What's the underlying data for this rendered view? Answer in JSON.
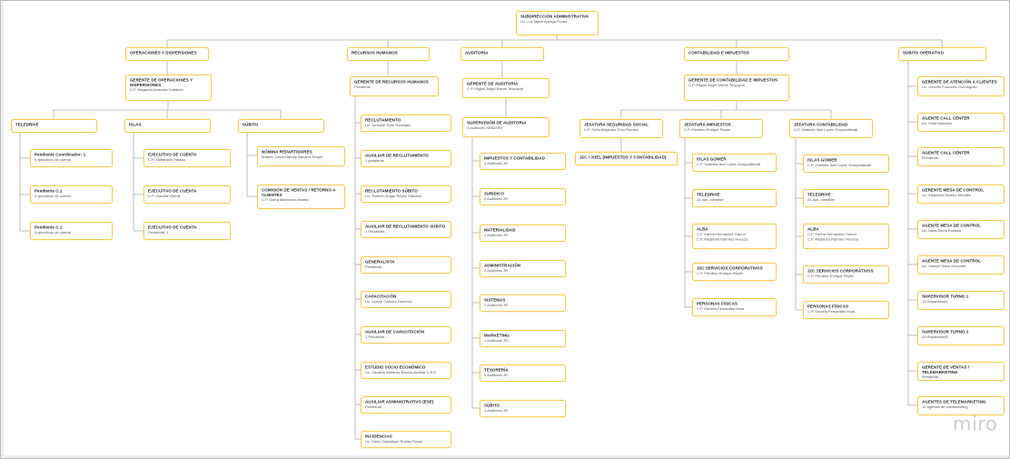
{
  "watermark": "miro",
  "colors": {
    "node_border": "#F2CB4E",
    "line": "#ABABAB",
    "title": "#1C1C1C",
    "subtitle": "#4F4F4F",
    "watermark": "#CDCDCD"
  },
  "root": {
    "title": "SUBDIRECCIÓN ADMINISTRATIVA",
    "subtitle": "Lic. Luz María Arriaga Flores"
  },
  "branches": [
    {
      "label": "OPERACIONES Y DISPERSIONES",
      "gerente": {
        "title": "GERENTE DE OPERACIONES Y DISPERSIONES",
        "subtitle": "C.P. Alejandra Amezola Calderón"
      },
      "groups": [
        {
          "label": "TELEDRIVE",
          "children": [
            {
              "title": "Pendiente Coordinador: 1",
              "subtitle": "4 ejecutivos de cuenta"
            },
            {
              "title": "Pendiente C.1",
              "subtitle": "4 ejecutivos de cuenta"
            },
            {
              "title": "Pendiente C.1",
              "subtitle": "5 ejecutivos de cuenta"
            }
          ]
        },
        {
          "label": "ISLAS",
          "children": [
            {
              "title": "EJECUTIVO DE CUENTA",
              "subtitle": "C.P. Maharashi Palacio"
            },
            {
              "title": "EJECUTIVO DE CUENTA",
              "subtitle": "C.P. Claudia Huerta"
            },
            {
              "title": "EJECUTIVO DE CUENTA",
              "subtitle": "Pendiente: 1"
            }
          ]
        },
        {
          "label": "SÚBITO",
          "children": [
            {
              "title": "NÓMINA REPARTIDORES",
              "subtitle": "Master: Cesar Barody Navarro Roque"
            },
            {
              "title": "COMISIÓN DE VENTAS / RETORNO A CLIENTES",
              "subtitle": "C.P. Diana Machuca Lezama"
            }
          ]
        }
      ]
    },
    {
      "label": "RECURSOS HUMANOS",
      "gerente": {
        "title": "GERENTE DE RECURSOS HUMANOS",
        "subtitle": "Pendiente"
      },
      "children": [
        {
          "title": "RECLUTAMIENTO",
          "subtitle": "Lic. Jennyfer Soto González"
        },
        {
          "title": "AUXILIAR DE RECLUTAMIENTO",
          "subtitle": "1 pendiente"
        },
        {
          "title": "RECLUTAMIENTO SÚBITO",
          "subtitle": "Lic. Roberto Edgar Reyes Sanchez"
        },
        {
          "title": "AUXILIAR DE RECLUTAMIENTO SÚBITO",
          "subtitle": "1 Pendiente..."
        },
        {
          "title": "GENERALISTA",
          "subtitle": "Pendiente..."
        },
        {
          "title": "CAPACITACIÓN",
          "subtitle": "Lic. Ivonne Cabrera Sanchez"
        },
        {
          "title": "AUXILIAR DE CAPACITACIÓN",
          "subtitle": "1 Pendiente..."
        },
        {
          "title": "ESTUDIO SOCIO ECONÓMICO",
          "subtitle": "Lic. Osvaldo Martínez Barrios Auxiliar C.S.E"
        },
        {
          "title": "AUXILIAR ADMINISTRATIVO (ESE)",
          "subtitle": "Pendiente"
        },
        {
          "title": "INCIDENCIAS",
          "subtitle": "Lic. Karla Guadalupe Robles Flores"
        }
      ]
    },
    {
      "label": "AUDITORÍA",
      "gerente": {
        "title": "GERENTE DE AUDITORÍA",
        "subtitle": "C.P. Miguel Ángel Moran Tecpoyotl"
      },
      "supervision": {
        "title": "SUPERVISIÓN DE AUDITORIA",
        "subtitle": "2 Auditores SENIORS"
      },
      "children": [
        {
          "title": "IMPUESTOS Y CONTABILIDAD",
          "subtitle": "2 Auditores JR."
        },
        {
          "title": "JURÍDICO",
          "subtitle": "2 Auditores JR."
        },
        {
          "title": "MATERIALIDAD",
          "subtitle": "2 Auditores JR."
        },
        {
          "title": "ADMINISTRACIÓN",
          "subtitle": "2 Auditores JR."
        },
        {
          "title": "SISTEMAS",
          "subtitle": "2 Auditores JR."
        },
        {
          "title": "MARKETING",
          "subtitle": "1 Auditores JR."
        },
        {
          "title": "TESORERÍA",
          "subtitle": "2 Auditores JR."
        },
        {
          "title": "SÚBITO",
          "subtitle": "4 Auditores JR."
        }
      ]
    },
    {
      "label": "CONTABILIDAD E IMPUESTOS",
      "gerente": {
        "title": "GERENTE DE CONTABILIDAD E IMPUESTOS",
        "subtitle": "C.P. Miguel Ángel Moran Tecpoyotl"
      },
      "jefaturas": [
        {
          "title": "JEFATURA SEGURIDAD SOCIAL",
          "subtitle": "C.P. Sofía Alejandra Cruz Romero",
          "children": [
            {
              "title": "J2C / JOEL (IMPUESTOS Y CONTABILIDAD)"
            }
          ]
        },
        {
          "title": "JEFATURA IMPUESTOS",
          "subtitle": "C.P. Primitivo Enrique Reyes",
          "children": [
            {
              "title": "ISLAS GOWER",
              "subtitle": "C.P. Gabriela Itzel Lopez Zempoaltecatl"
            },
            {
              "title": "TELEDRIVE",
              "subtitle": "24 Aux. contable"
            },
            {
              "title": "ALBA",
              "subtitle": "C.P. Karina Hernández García",
              "subtitle2": "C.P. Alejandra Ramírez Huesca"
            },
            {
              "title": "J2C SERVICIOS CORPORATIVOS",
              "subtitle": "C.P. Primitivo Enrique Reyes"
            },
            {
              "title": "PERSONAS FÍSICAS",
              "subtitle": "C.P. Daniela Fernandez Mora"
            }
          ]
        },
        {
          "title": "JEFATURA CONTABILIDAD",
          "subtitle": "C.P. Gabriela Itzel Lopez Zempoaltecatl",
          "children": [
            {
              "title": "ISLAS GOWER",
              "subtitle": "C.P. Gabriela Itzel Lopez Zempoaltecatl"
            },
            {
              "title": "TELEDRIVE",
              "subtitle": "24 Aux. contable"
            },
            {
              "title": "ALBA",
              "subtitle": "C.P. Karina Hernández García",
              "subtitle2": "C.P. Alejandra Ramírez Huesca"
            },
            {
              "title": "J2C SERVICIOS CORPORATIVOS",
              "subtitle": "C.P. Primitivo Enrique Reyes"
            },
            {
              "title": "PERSONAS FÍSICAS",
              "subtitle": "C.P. Daniela Fernandez Mora"
            }
          ]
        }
      ]
    },
    {
      "label": "SÚBITO OPERATIVO",
      "children": [
        {
          "title": "GERENTE DE ATENCIÓN A CLIENTES",
          "subtitle": "Lic. Gerzzel Fumarino Domínguez"
        },
        {
          "title": "AGENTE CALL CENTER",
          "subtitle": "Lic. Frida Martínez"
        },
        {
          "title": "AGENTE CALL CENTER",
          "subtitle": "Pendiente..."
        },
        {
          "title": "GERENTE MESA DE CONTROL",
          "subtitle": "Lic. Alejandra Álvarez Morales"
        },
        {
          "title": "AGENTE MESA DE CONTROL",
          "subtitle": "Lic. Mara Elena Estrada"
        },
        {
          "title": "AGENTE MESA DE CONTROL",
          "subtitle": "Lic. Manuel Nava González"
        },
        {
          "title": "SUPERVISOR TURNO 1",
          "subtitle": "13 Repartidores"
        },
        {
          "title": "SUPERVISOR TURNO 2",
          "subtitle": "23 Repartidores"
        },
        {
          "title": "GERENTE DE VENTAS / TELEMARKETING",
          "subtitle": "Pendiente..."
        },
        {
          "title": "AGENTES DE TELEMARKETING",
          "subtitle": "10 agentes de telemarketing"
        }
      ]
    }
  ]
}
